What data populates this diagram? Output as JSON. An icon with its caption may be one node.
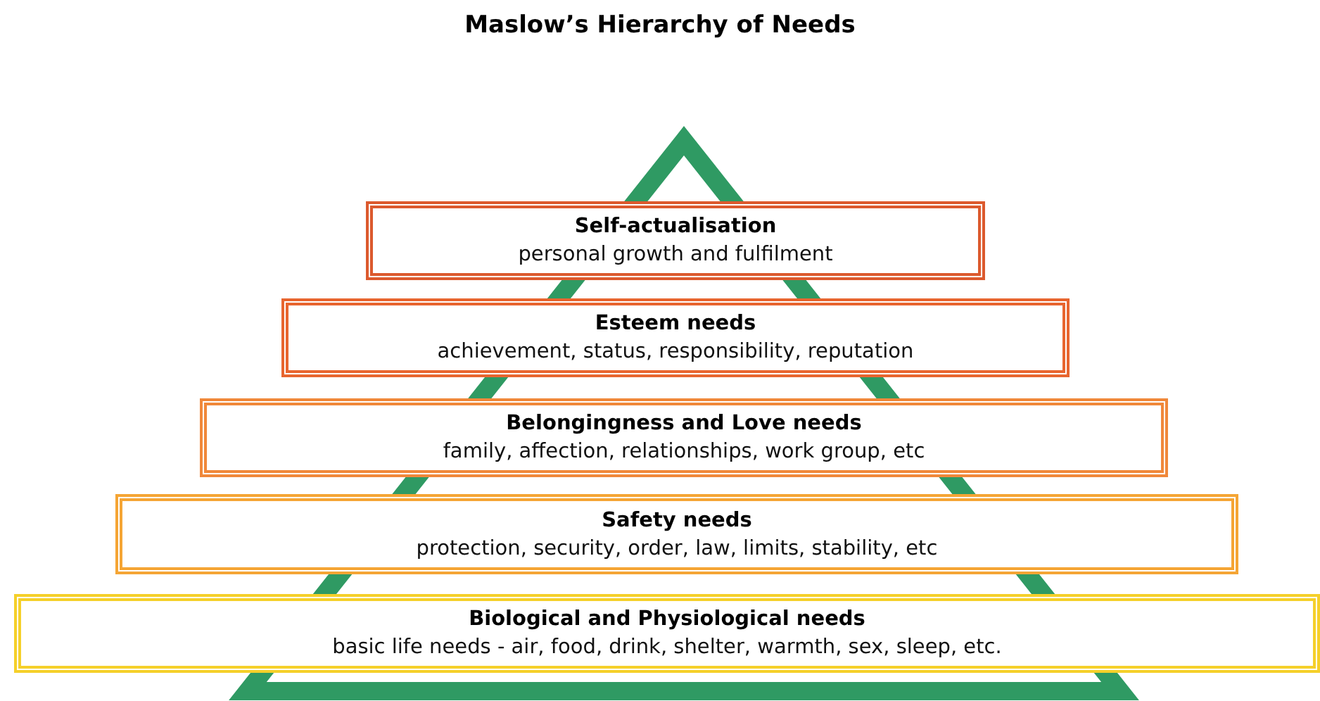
{
  "diagram": {
    "title": "Maslow’s Hierarchy of Needs",
    "nodes": [
      {
        "text": [
          "Self-actualisation",
          "personal growth and fulfilment"
        ]
      },
      {
        "text": [
          "Esteem needs",
          "achievement, status, responsibility, reputation"
        ]
      },
      {
        "text": [
          "Belongingness and Love needs",
          "family, affection, relationships, work group, etc"
        ]
      },
      {
        "text": [
          "Safety needs",
          "protection, security, order, law, limits, stability, etc"
        ]
      },
      {
        "text": [
          "Biological and Physiological needs",
          "basic life needs - air, food, drink, shelter, warmth, sex, sleep, etc."
        ]
      }
    ]
  }
}
